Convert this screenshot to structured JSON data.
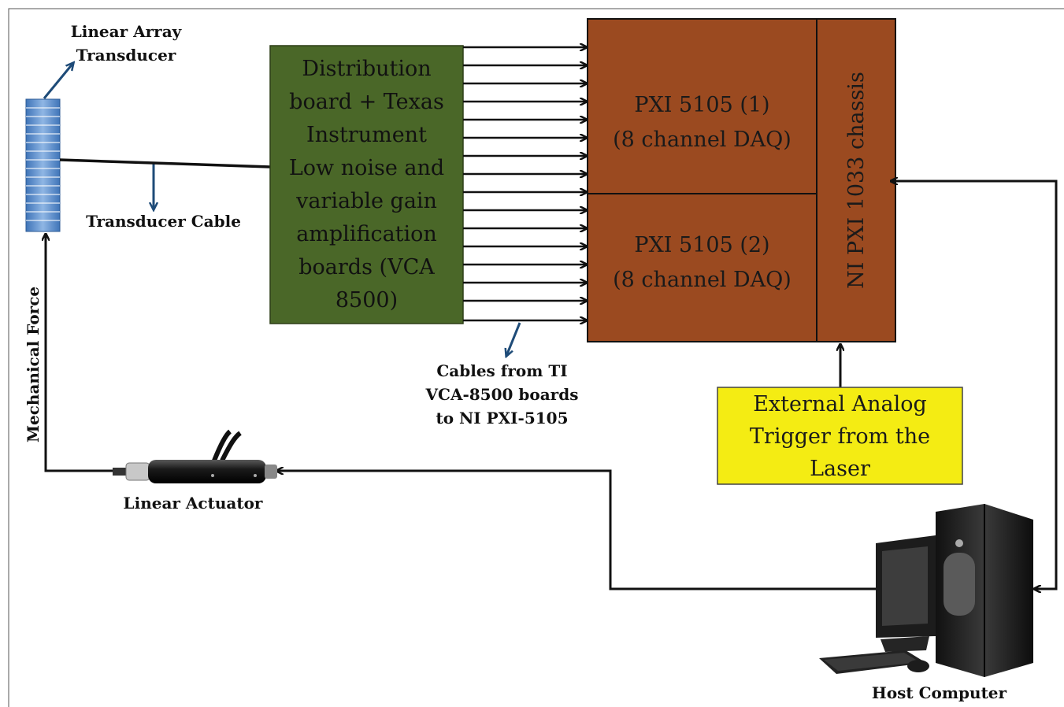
{
  "colors": {
    "distribution_box": "#4a6728",
    "pxi_box": "#9b4a20",
    "trigger_box": "#f4ec13",
    "line": "#111111",
    "annotation_arrow": "#1e4b78",
    "transducer": "#4f87c9"
  },
  "nodes": {
    "transducer_label_line1": "Linear Array",
    "transducer_label_line2": "Transducer",
    "transducer_cable": "Transducer Cable",
    "distribution_lines": [
      "Distribution",
      "board + Texas",
      "Instrument",
      "Low noise and",
      "variable gain",
      "amplification",
      "boards (VCA",
      "8500)"
    ],
    "pxi1_line1": "PXI 5105 (1)",
    "pxi1_line2": "(8 channel DAQ)",
    "pxi2_line1": "PXI 5105 (2)",
    "pxi2_line2": "(8 channel DAQ)",
    "chassis": "NI PXI 1033 chassis",
    "cables_line1": "Cables from TI",
    "cables_line2": "VCA-8500 boards",
    "cables_line3": "to NI PXI-5105",
    "trigger_line1": "External Analog",
    "trigger_line2": "Trigger from the",
    "trigger_line3": "Laser",
    "mechanical_force": "Mechanical Force",
    "linear_actuator": "Linear Actuator",
    "host_computer": "Host Computer"
  }
}
